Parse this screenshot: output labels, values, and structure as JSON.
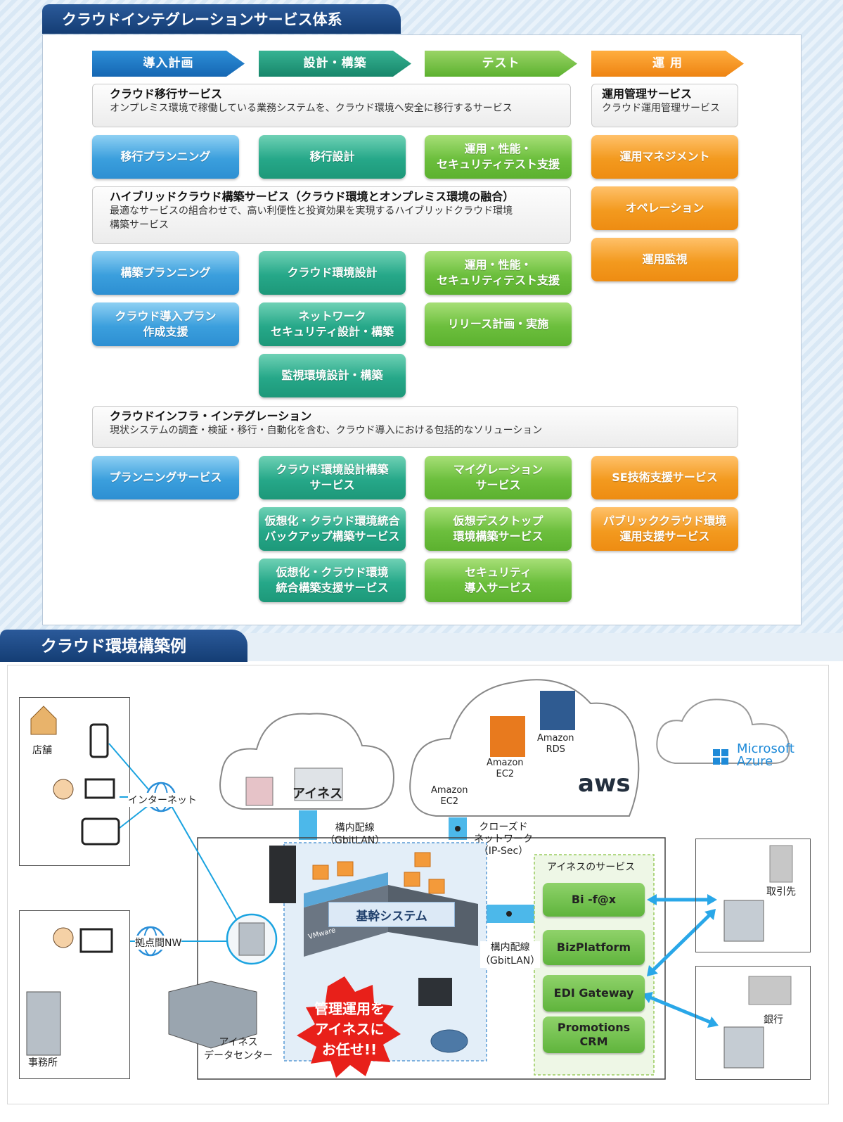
{
  "section1": {
    "title": "クラウドインテグレーションサービス体系",
    "phases": [
      "導入計画",
      "設計・構築",
      "テスト",
      "運 用"
    ],
    "migration": {
      "title": "クラウド移行サービス",
      "desc": "オンプレミス環境で稼働している業務システムを、クラウド環境へ安全に移行するサービス"
    },
    "ops": {
      "title": "運用管理サービス",
      "desc": "クラウド運用管理サービス"
    },
    "row1": [
      "移行プランニング",
      "移行設計",
      "運用・性能・\nセキュリティテスト支援"
    ],
    "ops_buttons": [
      "運用マネジメント",
      "オペレーション",
      "運用監視"
    ],
    "hybrid": {
      "title": "ハイブリッドクラウド構築サービス（クラウド環境とオンプレミス環境の融合）",
      "desc1": "最適なサービスの組合わせで、高い利便性と投資効果を実現するハイブリッドクラウド環境",
      "desc2": "構築サービス"
    },
    "hybrid_buttons": {
      "planning": [
        "構築プランニング",
        "クラウド導入プラン\n作成支援"
      ],
      "design": [
        "クラウド環境設計",
        "ネットワーク\nセキュリティ設計・構築",
        "監視環境設計・構築"
      ],
      "test": [
        "運用・性能・\nセキュリティテスト支援",
        "リリース計画・実施"
      ]
    },
    "infra": {
      "title": "クラウドインフラ・インテグレーション",
      "desc": "現状システムの調査・検証・移行・自動化を含む、クラウド導入における包括的なソリューション"
    },
    "infra_buttons": {
      "planning": [
        "プランニングサービス"
      ],
      "design": [
        "クラウド環境設計構築\nサービス",
        "仮想化・クラウド環境統合\nバックアップ構築サービス",
        "仮想化・クラウド環境\n統合構築支援サービス"
      ],
      "test": [
        "マイグレーション\nサービス",
        "仮想デスクトップ\n環境構築サービス",
        "セキュリティ\n導入サービス"
      ],
      "ops": [
        "SE技術支援サービス",
        "パブリッククラウド環境\n運用支援サービス"
      ]
    }
  },
  "section2": {
    "title": "クラウド環境構築例",
    "store": "店舗",
    "office": "事務所",
    "internet": "インターネット",
    "site_nw": "拠点間NW",
    "ainess_cloud": "アイネス",
    "amazon_ec2_a": "Amazon\nEC2",
    "amazon_ec2_b": "Amazon\nEC2",
    "amazon_rds": "Amazon\nRDS",
    "aws_logo": "aws",
    "azure_logo": "Microsoft\nAzure",
    "lan1": "構内配線\n（GbitLAN）",
    "closed_nw": "クローズド\nネットワーク\n（IP-Sec）",
    "lan2": "構内配線\n（GbitLAN）",
    "core_system": "基幹システム",
    "vmware": "VMware",
    "managed": "管理運用を\nアイネスに\nお任せ!!",
    "datacenter": "アイネス\nデータセンター",
    "services_title": "アイネスのサービス",
    "services": [
      "Bi -f@x",
      "BizPlatform",
      "EDI Gateway",
      "Promotions\nCRM"
    ],
    "partner": "取引先",
    "bank": "銀行"
  },
  "colors": {
    "blue": "#3b9fdd",
    "teal": "#26a889",
    "green": "#6cbf3d",
    "orange": "#f39a1f",
    "header": "#1f4b85",
    "link": "#1aa3e0",
    "arrow": "#29a7e8",
    "burst": "#e8201a"
  }
}
